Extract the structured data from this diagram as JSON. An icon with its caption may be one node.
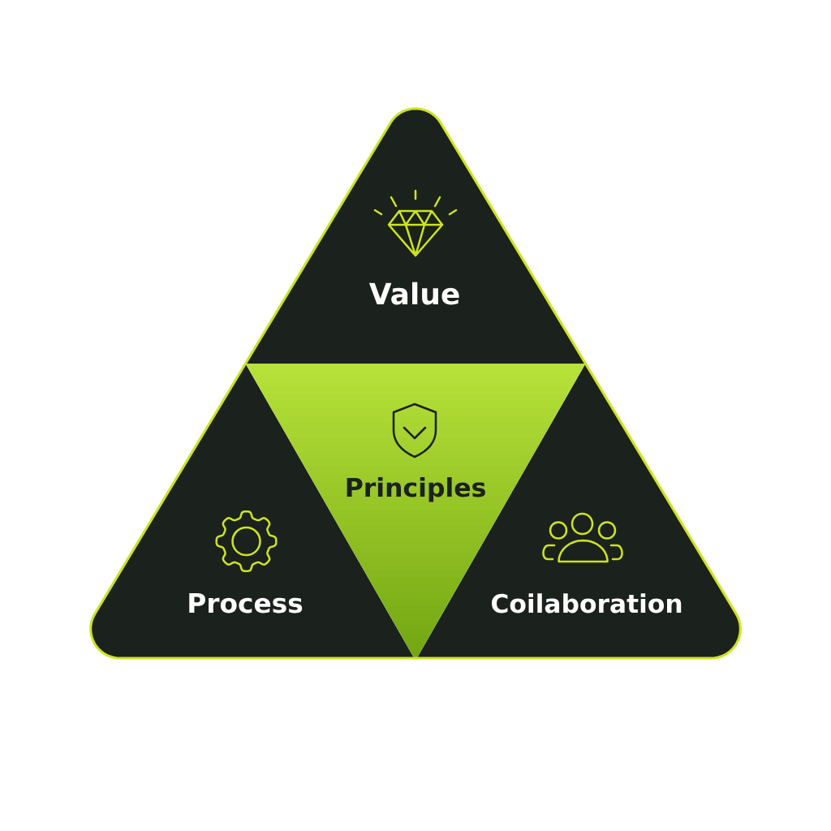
{
  "diagram": {
    "nodes": [
      {
        "text": [
          "Value"
        ]
      },
      {
        "text": [
          "Principles"
        ]
      },
      {
        "text": [
          "Process"
        ]
      },
      {
        "text": [
          "Coilaboration"
        ]
      }
    ]
  }
}
